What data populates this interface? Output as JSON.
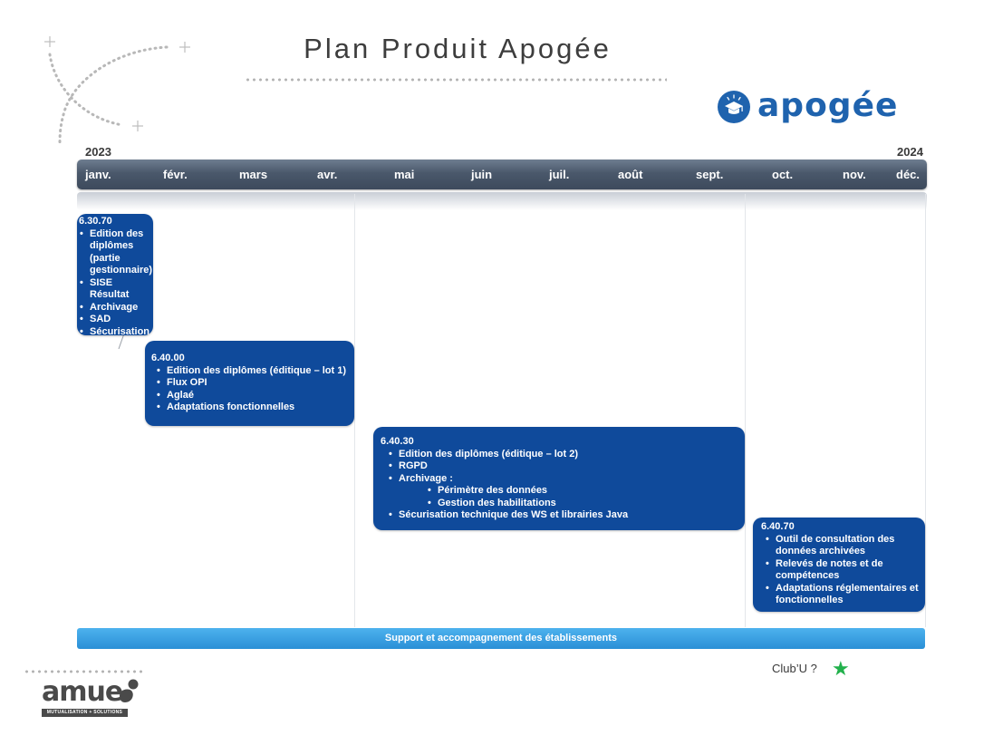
{
  "header": {
    "title": "Plan Produit Apogée",
    "logo_text": "apogée"
  },
  "timeline": {
    "year_start": "2023",
    "year_end": "2024",
    "months": [
      "janv.",
      "févr.",
      "mars",
      "avr.",
      "mai",
      "juin",
      "juil.",
      "août",
      "sept.",
      "oct.",
      "nov.",
      "déc."
    ]
  },
  "releases": [
    {
      "version": "6.30.70",
      "items": [
        {
          "text": "Edition des diplômes (partie gestionnaire)"
        },
        {
          "text": "SISE Résultat"
        },
        {
          "text": "Archivage"
        },
        {
          "text": "SAD"
        },
        {
          "text": "Sécurisation SN"
        }
      ]
    },
    {
      "version": "6.40.00",
      "items": [
        {
          "text": "Edition des diplômes (éditique – lot 1)"
        },
        {
          "text": "Flux OPI"
        },
        {
          "text": "Aglaé"
        },
        {
          "text": "Adaptations fonctionnelles"
        }
      ]
    },
    {
      "version": "6.40.30",
      "items": [
        {
          "text": "Edition des diplômes (éditique – lot 2)"
        },
        {
          "text": "RGPD"
        },
        {
          "text": "Archivage :"
        },
        {
          "text": "Périmètre des données",
          "sub": true
        },
        {
          "text": "Gestion des habilitations",
          "sub": true
        },
        {
          "text": "Sécurisation technique des WS et librairies Java"
        }
      ]
    },
    {
      "version": "6.40.70",
      "items": [
        {
          "text": "Outil de consultation des données archivées"
        },
        {
          "text": "Relevés de notes et de compétences"
        },
        {
          "text": "Adaptations réglementaires et fonctionnelles"
        }
      ]
    }
  ],
  "support": {
    "label": "Support et accompagnement des établissements"
  },
  "club": {
    "label": "Club’U ?",
    "icon": "star-icon",
    "icon_color": "#22b14c"
  },
  "footer": {
    "logo_text": "amue",
    "tagline": "MUTUALISATION + SOLUTIONS"
  },
  "colors": {
    "release_box": "#0f4a9b",
    "month_bar": "#4a586b",
    "support_bar": "#2a8fd6",
    "brand": "#1f63ae"
  }
}
